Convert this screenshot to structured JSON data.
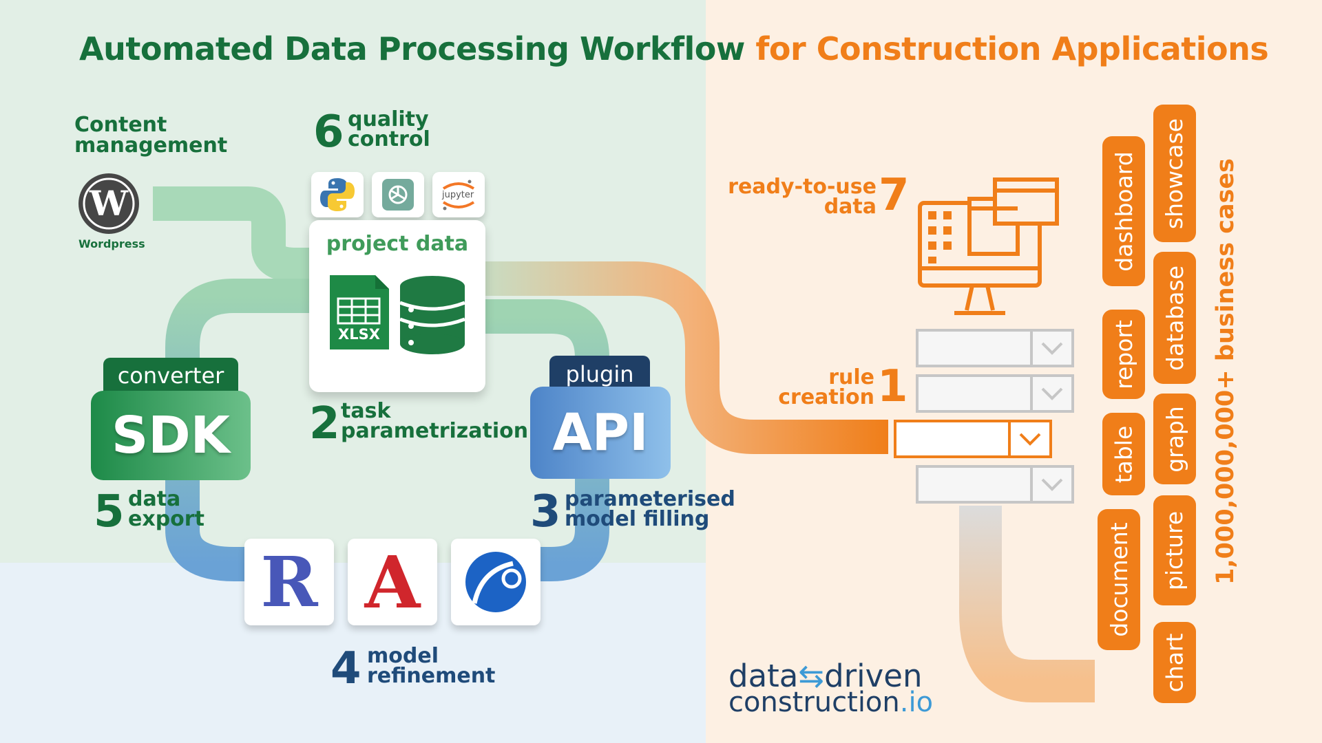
{
  "title": {
    "part1": "Automated Data Processing Workflow",
    "part2": "for Construction Applications"
  },
  "colors": {
    "green": "#17703c",
    "orange": "#f07e19",
    "blue": "#1f4b7a"
  },
  "wordpress": {
    "label": "Wordpress",
    "heading_line1": "Content",
    "heading_line2": "management"
  },
  "steps": {
    "s1": {
      "num": "1",
      "line1": "rule",
      "line2": "creation"
    },
    "s2": {
      "num": "2",
      "line1": "task",
      "line2": "parametrization"
    },
    "s3": {
      "num": "3",
      "line1": "parameterised",
      "line2": "model filling"
    },
    "s4": {
      "num": "4",
      "line1": "model",
      "line2": "refinement"
    },
    "s5": {
      "num": "5",
      "line1": "data",
      "line2": "export"
    },
    "s6": {
      "num": "6",
      "line1": "quality",
      "line2": "control"
    },
    "s7": {
      "num": "7",
      "line1": "ready-to-use",
      "line2": "data"
    }
  },
  "project_data": {
    "title": "project data",
    "xlsx_label": "XLSX"
  },
  "tools": {
    "jupyter_label": "jupyter",
    "revit_letter": "R",
    "autocad_letter": "A"
  },
  "sdk": {
    "tag": "converter",
    "label": "SDK"
  },
  "api": {
    "tag": "plugin",
    "label": "API"
  },
  "use_cases": {
    "vertical_title": "1,000,000,000+ business cases",
    "items": [
      "showcase",
      "dashboard",
      "database",
      "report",
      "graph",
      "table",
      "picture",
      "document",
      "chart"
    ]
  },
  "brand": {
    "word1": "data",
    "word2": "driven",
    "word3": "construction",
    "suffix": ".io"
  }
}
